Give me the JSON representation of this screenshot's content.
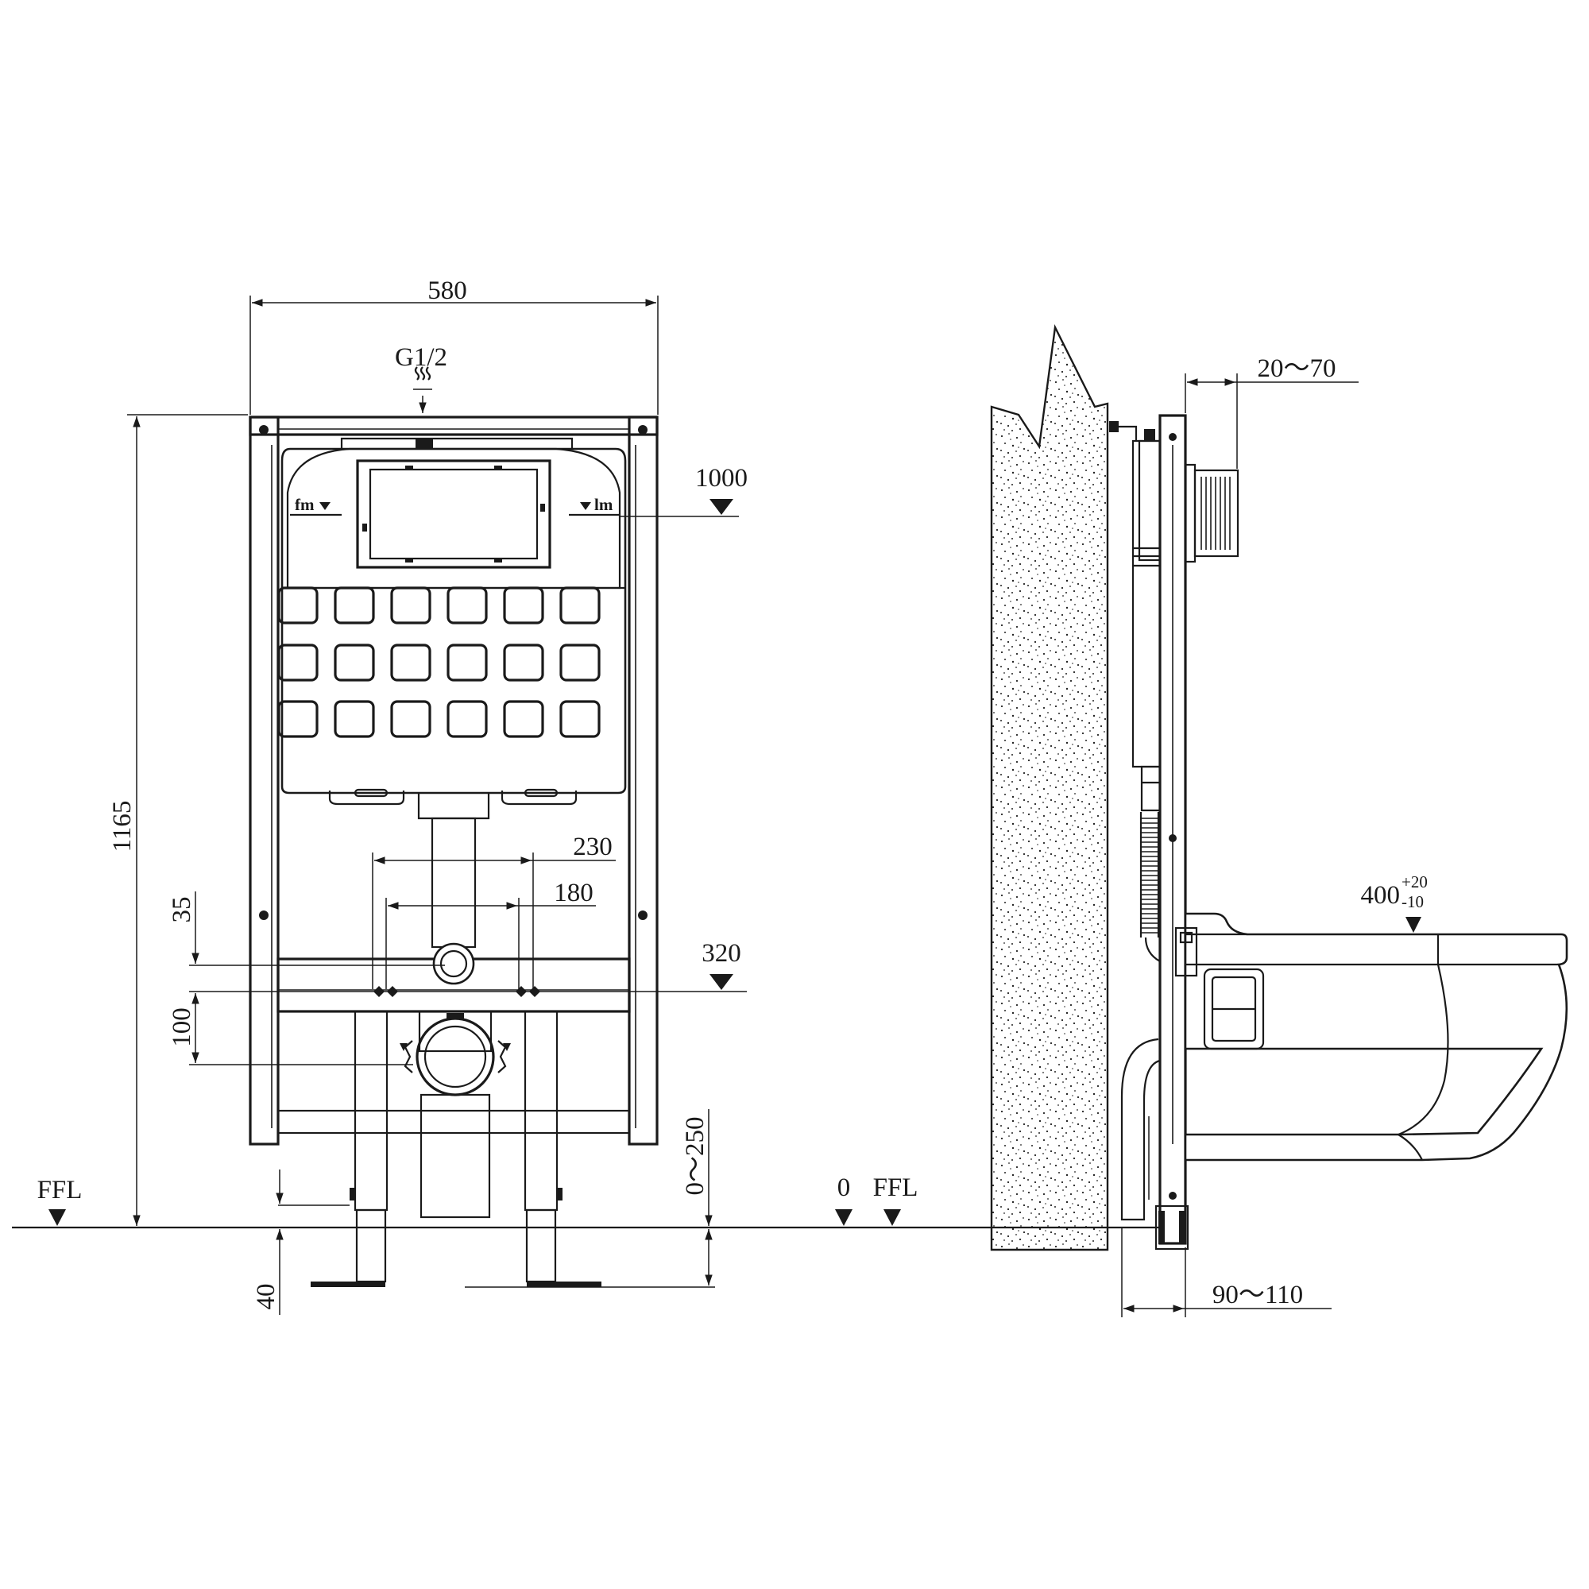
{
  "dimensions": {
    "width_580": "580",
    "inlet": "G1/2",
    "height_1165": "1165",
    "level_1000": "1000",
    "spacing_230": "230",
    "spacing_180": "180",
    "offset_35": "35",
    "level_320": "320",
    "offset_100": "100",
    "foot_range": "0～250",
    "foot_40": "40",
    "ffl_left": "FFL",
    "zero": "0",
    "ffl_right": "FFL",
    "depth_20_70": "20～70",
    "bowl_400": "400",
    "bowl_tol_plus": "+20",
    "bowl_tol_minus": "-10",
    "depth_90_110": "90～110"
  },
  "colors": {
    "line": "#1a1a1a",
    "background": "#ffffff"
  },
  "icons": [
    "level-marker-icon",
    "water-inlet-icon"
  ]
}
